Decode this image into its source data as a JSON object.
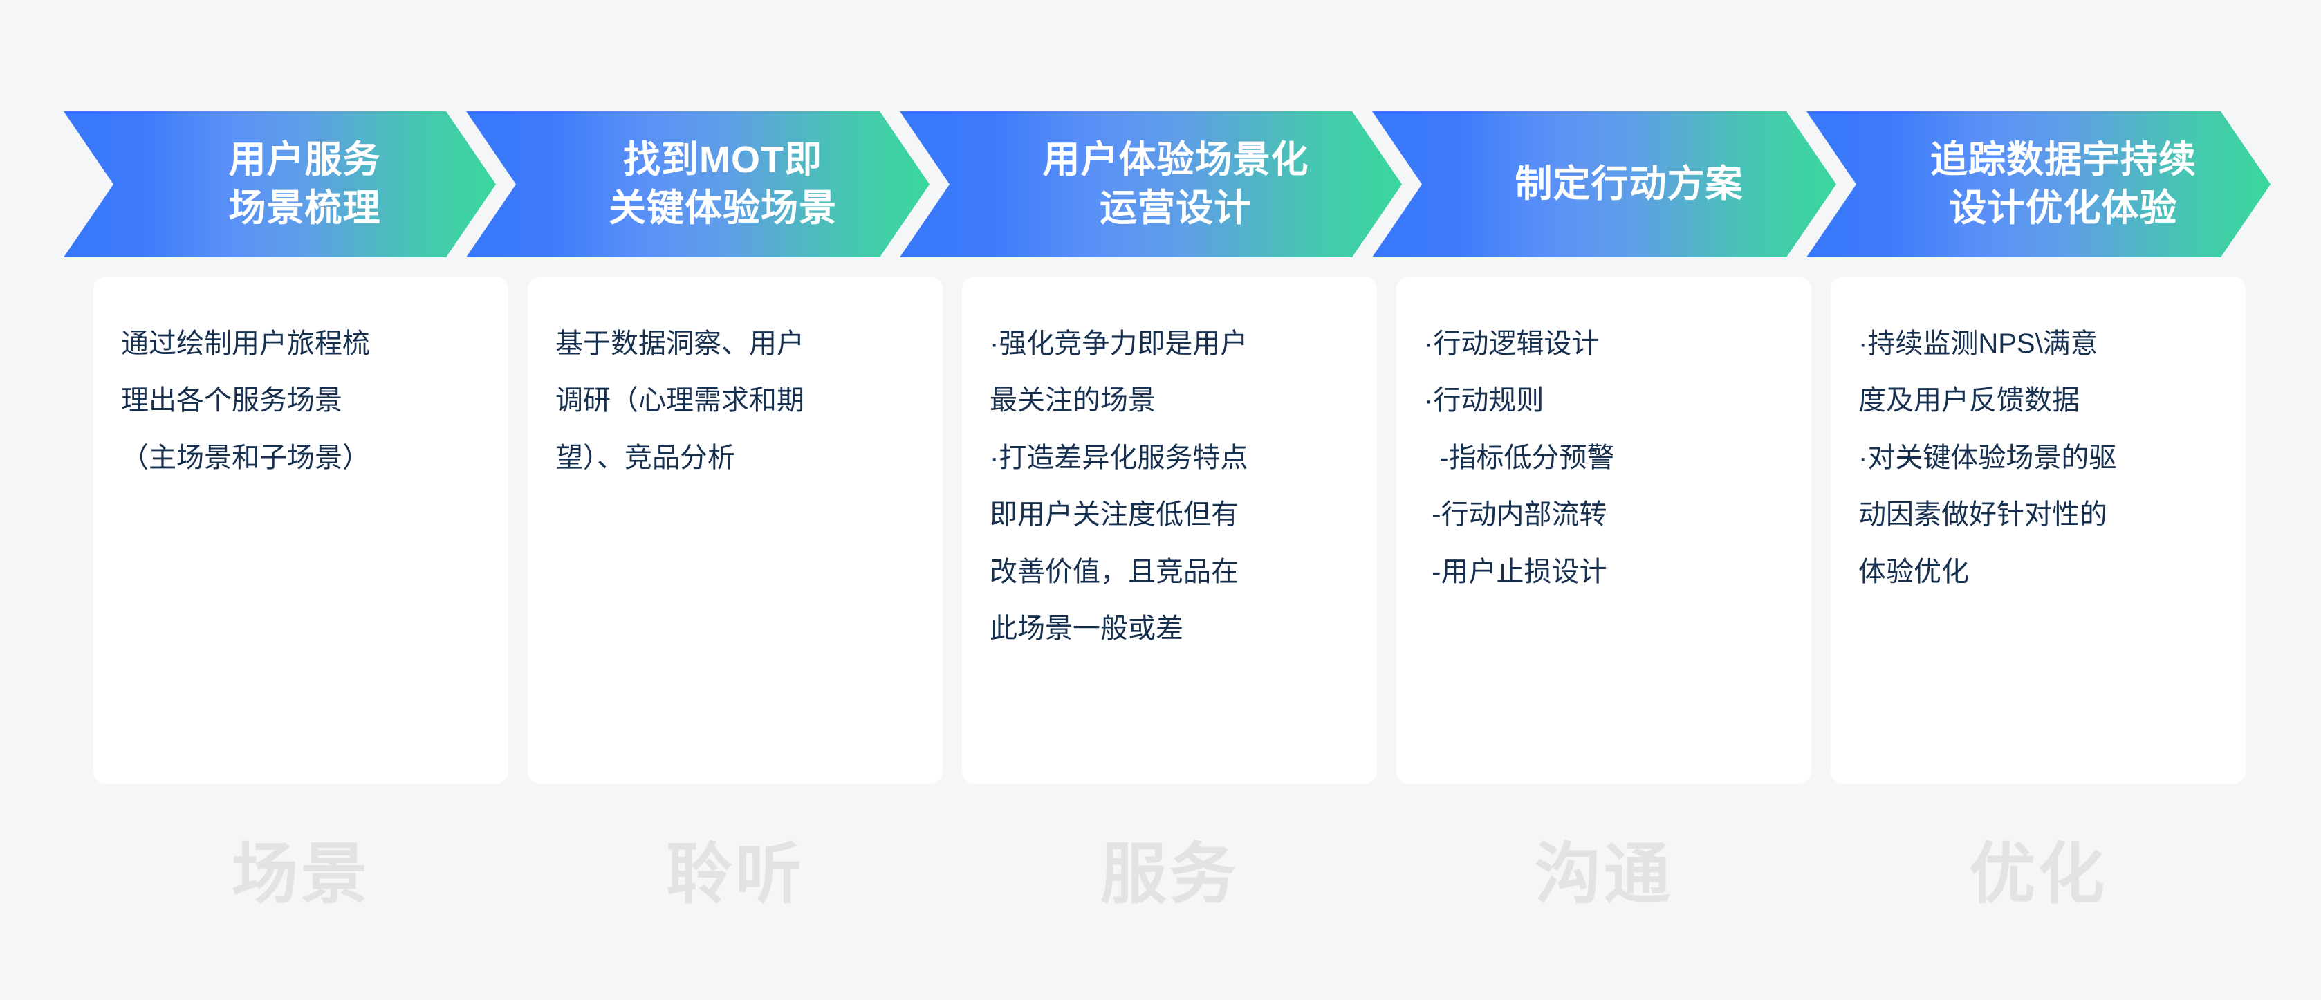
{
  "theme": {
    "background": "#f5f6f7",
    "card_background": "#ffffff",
    "card_text_color": "#17304f",
    "chevron_text_color": "#ffffff",
    "watermark_color": "#e2e3e5",
    "gradient_start": "#3b7cfa",
    "gradient_mid": "#4fa8d8",
    "gradient_end": "#3ed6a0"
  },
  "steps": [
    {
      "id": "step-1",
      "chevron_title_line1": "用户服务",
      "chevron_title_line2": "场景梳理",
      "chevron_color": "#3b7cfa",
      "body": "通过绘制用户旅程梳\n理出各个服务场景\n（主场景和子场景）",
      "watermark": "场景"
    },
    {
      "id": "step-2",
      "chevron_title_line1": "找到MOT即",
      "chevron_title_line2": "关键体验场景",
      "chevron_color": "#4380fa",
      "body": "基于数据洞察、用户\n调研（心理需求和期\n望）、竞品分析",
      "watermark": "聆听"
    },
    {
      "id": "step-3",
      "chevron_title_line1": "用户体验场景化",
      "chevron_title_line2": "运营设计",
      "chevron_color": "#5a90f7",
      "body": "·强化竞争力即是用户\n最关注的场景\n·打造差异化服务特点\n即用户关注度低但有\n改善价值，且竞品在\n此场景一般或差",
      "watermark": "服务"
    },
    {
      "id": "step-4",
      "chevron_title_line1": "制定行动方案",
      "chevron_title_line2": "",
      "chevron_color": "#55a5d9",
      "body": "·行动逻辑设计\n·行动规则\n  -指标低分预警\n -行动内部流转\n -用户止损设计",
      "watermark": "沟通"
    },
    {
      "id": "step-5",
      "chevron_title_line1": "追踪数据宇持续",
      "chevron_title_line2": "设计优化体验",
      "chevron_color": "#3ed6a0",
      "body": "·持续监测NPS\\满意\n度及用户反馈数据\n·对关键体验场景的驱\n动因素做好针对性的\n体验优化",
      "watermark": "优化"
    }
  ]
}
